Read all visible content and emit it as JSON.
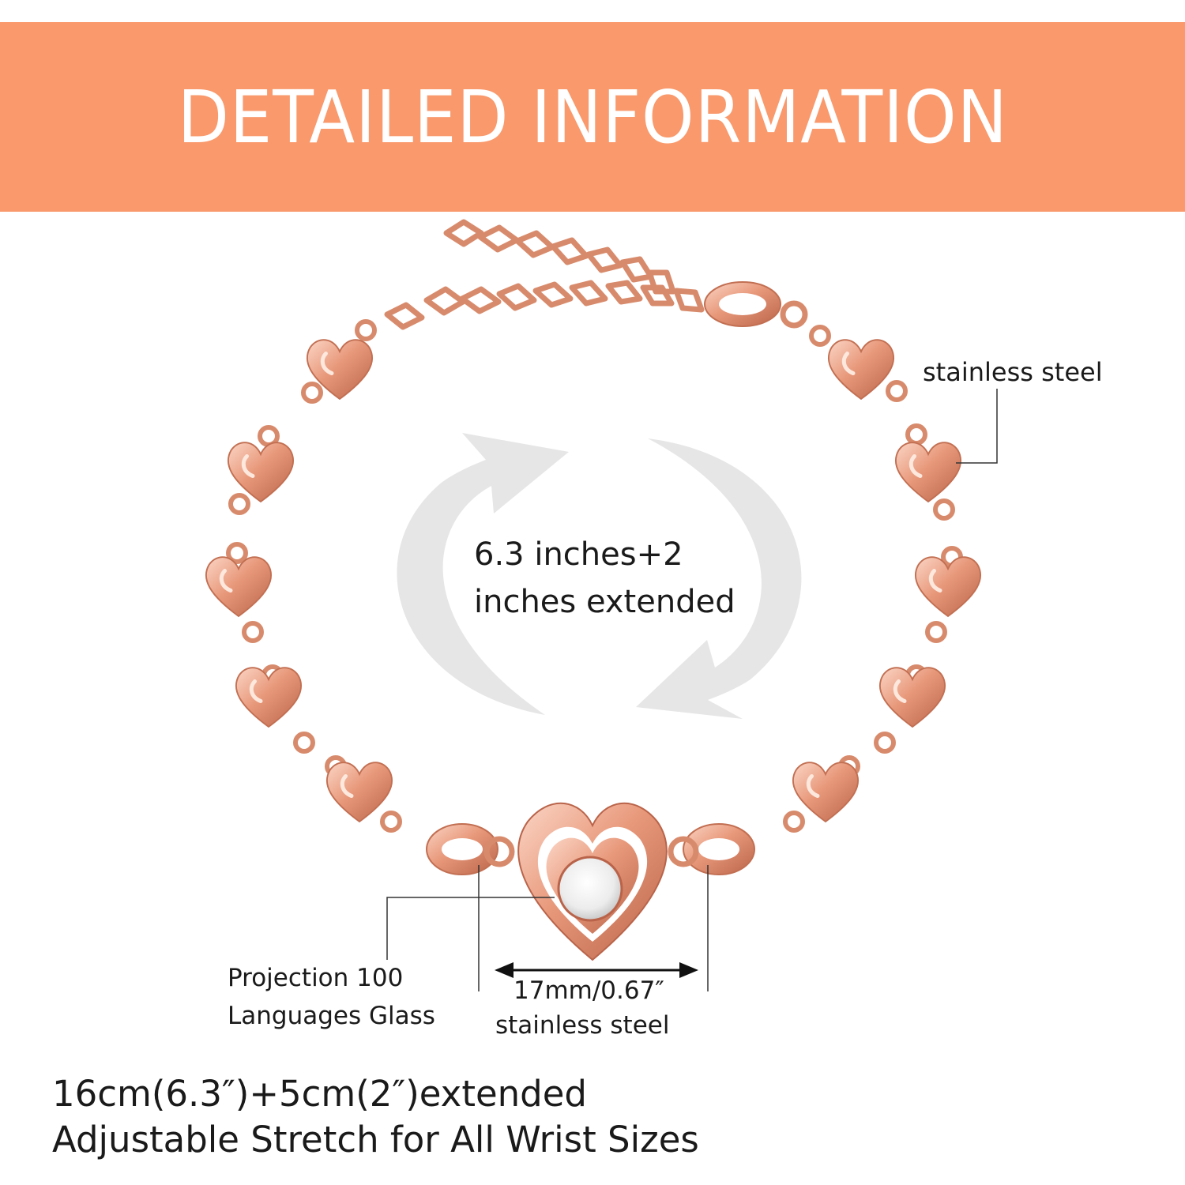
{
  "banner": {
    "title": "DETAILED INFORMATION"
  },
  "center": {
    "line1": "6.3 inches+2",
    "line2": "inches extended"
  },
  "labels": {
    "top_right_material": "stainless steel",
    "glass_line1": "Projection 100",
    "glass_line2": "Languages Glass",
    "pendant_size": "17mm/0.67″",
    "pendant_material": "stainless steel"
  },
  "bottom": {
    "line1": "16cm(6.3″)+5cm(2″)extended",
    "line2": "Adjustable Stretch for All Wrist Sizes"
  },
  "colors": {
    "banner": "#f9996c",
    "rose_gold": "#e8987a",
    "rose_gold_dark": "#b9644a",
    "arrow_gray": "#e6e6e6"
  },
  "icons": [
    "heart-link-icon",
    "lobster-clasp-icon",
    "rotate-arrow-icon",
    "heart-pendant-icon"
  ]
}
